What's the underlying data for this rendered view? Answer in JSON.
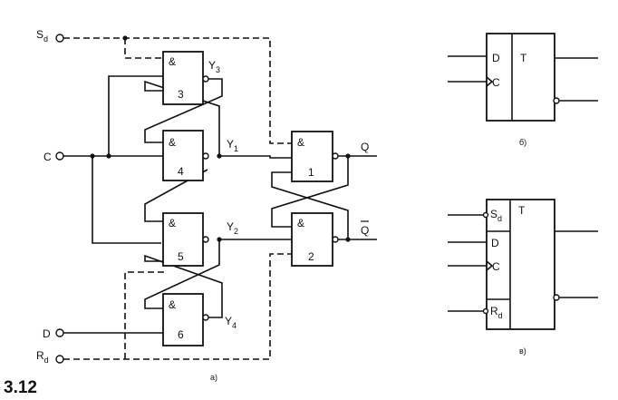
{
  "figure_number": "3.12",
  "panel_a": {
    "caption": "а)",
    "inputs": {
      "sd": {
        "main": "S",
        "sub": "d"
      },
      "c": "C",
      "d": "D",
      "rd": {
        "main": "R",
        "sub": "d"
      }
    },
    "gates": [
      {
        "symbol": "&",
        "number": "3"
      },
      {
        "symbol": "&",
        "number": "4"
      },
      {
        "symbol": "&",
        "number": "5"
      },
      {
        "symbol": "&",
        "number": "6"
      },
      {
        "symbol": "&",
        "number": "1"
      },
      {
        "symbol": "&",
        "number": "2"
      }
    ],
    "nodes": {
      "y3": {
        "main": "Y",
        "sub": "3"
      },
      "y1": {
        "main": "Y",
        "sub": "1"
      },
      "y2": {
        "main": "Y",
        "sub": "2"
      },
      "y4": {
        "main": "Y",
        "sub": "4"
      }
    },
    "outputs": {
      "q": "Q",
      "q_bar": "Q"
    }
  },
  "panel_b": {
    "caption": "б)",
    "inputs": [
      "D",
      "C"
    ],
    "type_label": "T"
  },
  "panel_c": {
    "caption": "в)",
    "inputs": {
      "sd": {
        "main": "S",
        "sub": "d"
      },
      "d": "D",
      "c": "C",
      "rd": {
        "main": "R",
        "sub": "d"
      }
    },
    "type_label": "T"
  }
}
